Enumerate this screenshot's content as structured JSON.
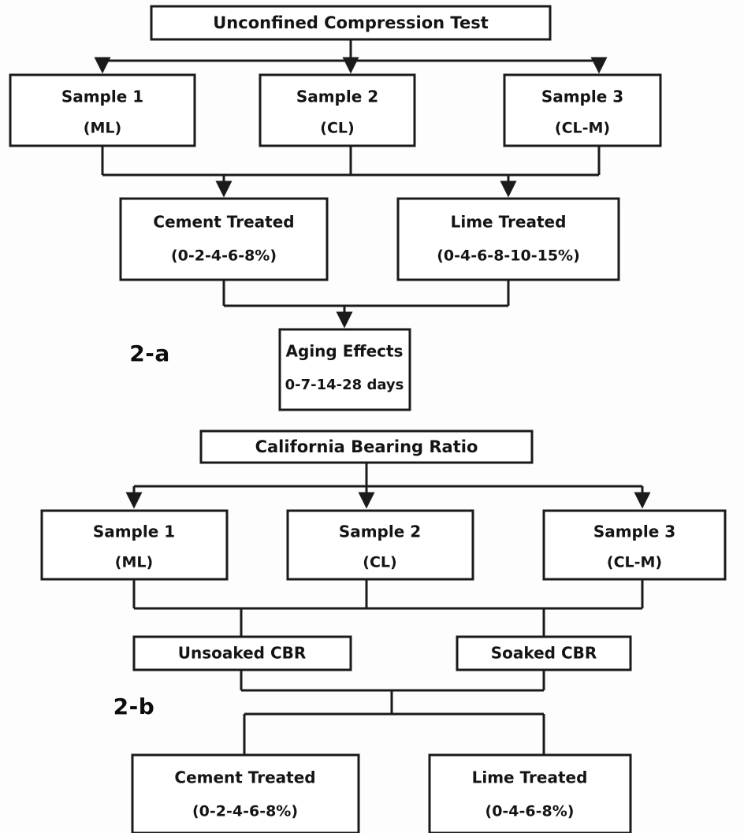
{
  "figure": {
    "panels": [
      {
        "id": "panel-a",
        "label": "2-a",
        "root": {
          "title": "Unconfined Compression Test"
        },
        "samples": [
          {
            "name": "Sample 1",
            "classification": "(ML)"
          },
          {
            "name": "Sample 2",
            "classification": "(CL)"
          },
          {
            "name": "Sample 3",
            "classification": "(CL-M)"
          }
        ],
        "treatments": [
          {
            "name": "Cement Treated",
            "dosages": "(0-2-4-6-8%)"
          },
          {
            "name": "Lime Treated",
            "dosages": "(0-4-6-8-10-15%)"
          }
        ],
        "outcome": {
          "name": "Aging Effects",
          "detail": "0-7-14-28 days"
        }
      },
      {
        "id": "panel-b",
        "label": "2-b",
        "root": {
          "title": "California Bearing Ratio"
        },
        "samples": [
          {
            "name": "Sample 1",
            "classification": "(ML)"
          },
          {
            "name": "Sample 2",
            "classification": "(CL)"
          },
          {
            "name": "Sample 3",
            "classification": "(CL-M)"
          }
        ],
        "conditions": [
          {
            "name": "Unsoaked CBR"
          },
          {
            "name": "Soaked CBR"
          }
        ],
        "treatments": [
          {
            "name": "Cement Treated",
            "dosages": "(0-2-4-6-8%)"
          },
          {
            "name": "Lime Treated",
            "dosages": "(0-4-6-8%)"
          }
        ]
      }
    ],
    "colors": {
      "stroke": "#1a1a1a",
      "box_fill": "#ffffff",
      "text": "#141414",
      "background": "#fdfdfd"
    }
  }
}
